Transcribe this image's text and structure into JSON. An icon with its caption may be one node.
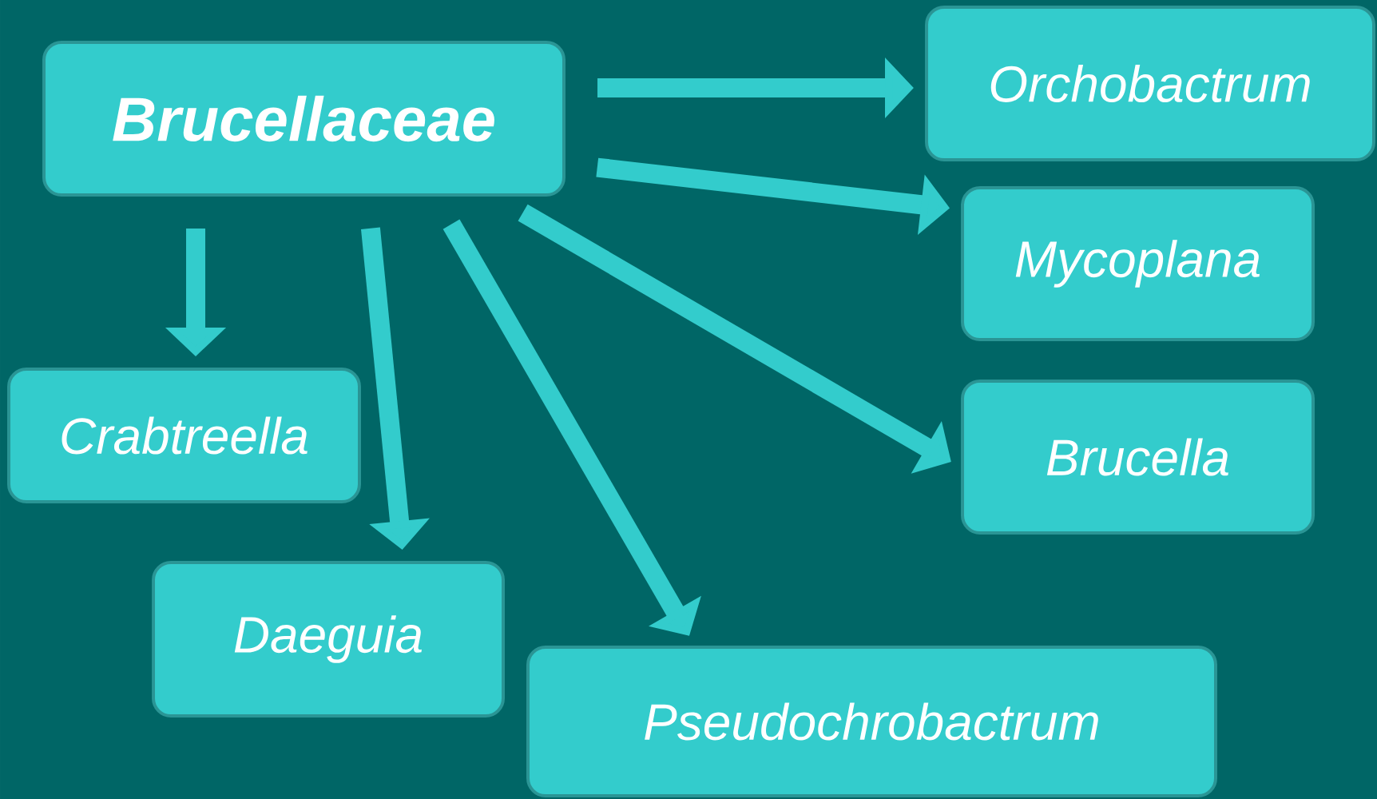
{
  "diagram": {
    "nodes": [
      {
        "text": [
          "Brucellaceae"
        ]
      },
      {
        "text": [
          "Orchobactrum"
        ]
      },
      {
        "text": [
          "Mycoplana"
        ]
      },
      {
        "text": [
          "Brucella"
        ]
      },
      {
        "text": [
          "Crabtreella"
        ]
      },
      {
        "text": [
          "Daeguia"
        ]
      },
      {
        "text": [
          "Pseudochrobactrum"
        ]
      }
    ],
    "edges": [
      {
        "from": 0,
        "to": 1,
        "arrow": "to"
      },
      {
        "from": 0,
        "to": 2,
        "arrow": "to"
      },
      {
        "from": 0,
        "to": 3,
        "arrow": "to"
      },
      {
        "from": 0,
        "to": 6,
        "arrow": "to"
      },
      {
        "from": 0,
        "to": 5,
        "arrow": "to"
      },
      {
        "from": 0,
        "to": 4,
        "arrow": "to"
      }
    ]
  }
}
